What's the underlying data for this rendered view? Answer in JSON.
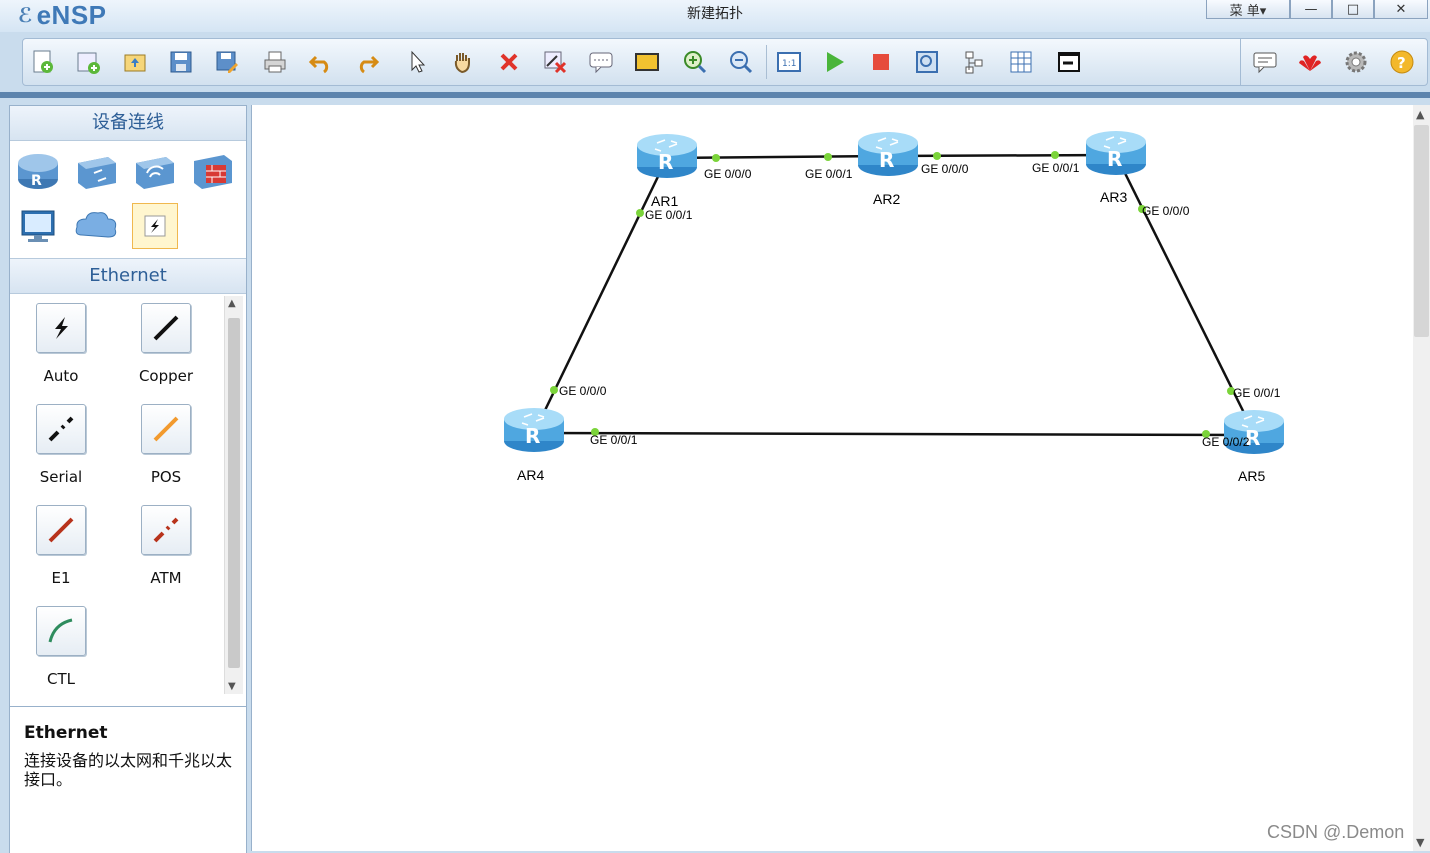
{
  "app": {
    "logo_text": "eNSP",
    "window_title": "新建拓扑",
    "menu_label": "菜 单▾",
    "minimize": "—",
    "maximize": "□",
    "close": "✕"
  },
  "toolbar": {
    "buttons": [
      "new-topology",
      "new-example",
      "open",
      "save",
      "save-as",
      "print",
      "undo",
      "redo",
      "select",
      "pan",
      "delete",
      "delete-link",
      "text-note",
      "rectangle",
      "zoom-in",
      "zoom-out",
      "fit",
      "start",
      "stop",
      "capture",
      "topology-view",
      "grid",
      "console"
    ],
    "right_buttons": [
      "feedback",
      "huawei",
      "settings",
      "help"
    ]
  },
  "left_panel": {
    "header": "设备连线",
    "devices": [
      "router",
      "switch",
      "wireless",
      "firewall",
      "pc",
      "cloud",
      "connection"
    ],
    "cable_header": "Ethernet",
    "cables": [
      {
        "label": "Auto"
      },
      {
        "label": "Copper"
      },
      {
        "label": "Serial"
      },
      {
        "label": "POS"
      },
      {
        "label": "E1"
      },
      {
        "label": "ATM"
      },
      {
        "label": "CTL"
      }
    ],
    "info_title": "Ethernet",
    "info_desc": "连接设备的以太网和千兆以太接口。"
  },
  "topology": {
    "routers": [
      {
        "name": "AR1"
      },
      {
        "name": "AR2"
      },
      {
        "name": "AR3"
      },
      {
        "name": "AR4"
      },
      {
        "name": "AR5"
      }
    ],
    "ports": [
      "GE 0/0/0",
      "GE 0/0/1",
      "GE 0/0/0",
      "GE 0/0/1",
      "GE 0/0/1",
      "GE 0/0/0",
      "GE 0/0/0",
      "GE 0/0/1",
      "GE 0/0/1",
      "GE 0/0/2"
    ],
    "link_color": "#111111",
    "port_dot_color": "#7bd43a"
  },
  "watermark": "CSDN @.Demon"
}
